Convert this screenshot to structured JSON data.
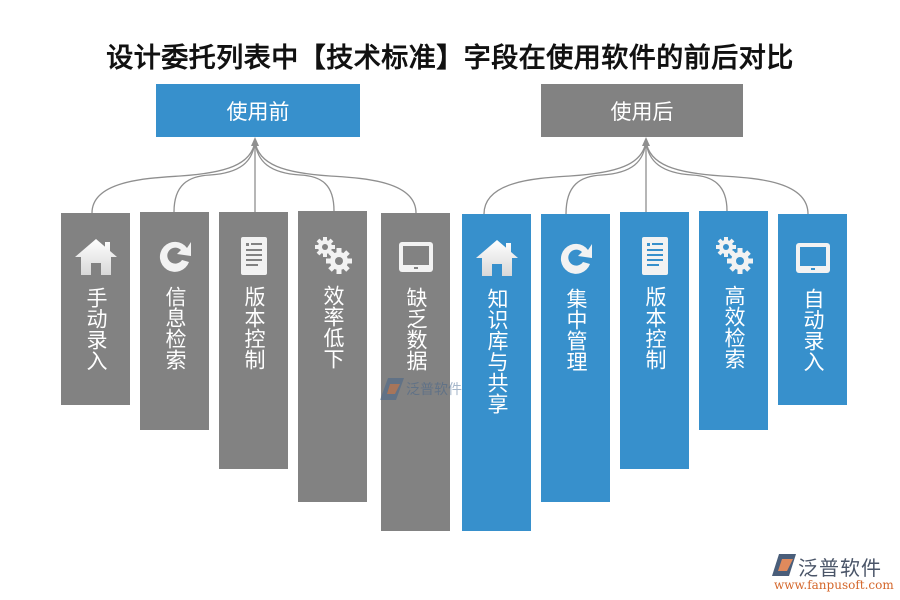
{
  "title": "设计委托列表中【技术标准】字段在使用软件的前后对比",
  "colors": {
    "before": "#828282",
    "after": "#3790cc",
    "connector": "#8f8f8f",
    "text": "#ffffff"
  },
  "before": {
    "header": "使用前",
    "items": [
      {
        "icon": "home-icon",
        "label": "手动录入"
      },
      {
        "icon": "refresh-icon",
        "label": "信息检索"
      },
      {
        "icon": "document-icon",
        "label": "版本控制"
      },
      {
        "icon": "gears-icon",
        "label": "效率低下"
      },
      {
        "icon": "tablet-icon",
        "label": "缺乏数据"
      }
    ]
  },
  "after": {
    "header": "使用后",
    "items": [
      {
        "icon": "home-icon",
        "label": "知识库与共享"
      },
      {
        "icon": "refresh-icon",
        "label": "集中管理"
      },
      {
        "icon": "document-icon",
        "label": "版本控制"
      },
      {
        "icon": "gears-icon",
        "label": "高效检索"
      },
      {
        "icon": "tablet-icon",
        "label": "自动录入"
      }
    ]
  },
  "watermark": {
    "text": "泛普软件"
  },
  "logo": {
    "name": "泛普软件",
    "url": "www.fanpusoft.com"
  }
}
